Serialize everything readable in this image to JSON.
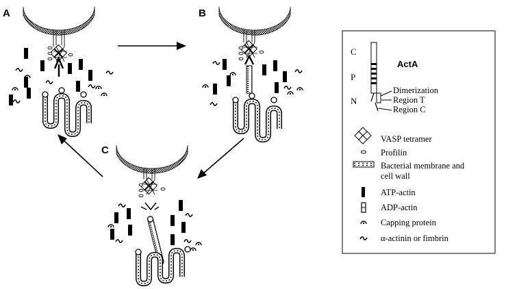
{
  "panels": {
    "a_label": "A",
    "b_label": "B",
    "c_label": "C"
  },
  "legend": {
    "title": "ActA",
    "domains": {
      "c": "C",
      "p": "P",
      "n": "N"
    },
    "regions": {
      "dimerization": "Dimerization",
      "region_t": "Region T",
      "region_c": "Region C"
    },
    "items": {
      "vasp": "VASP tetramer",
      "profilin": "Profilin",
      "membrane_line1": "Bacterial membrane and",
      "membrane_line2": "cell wall",
      "atp_actin": "ATP-actin",
      "adp_actin": "ADP-actin",
      "capping": "Capping protein",
      "alpha_actinin": "α-actinin or fimbrin"
    }
  }
}
